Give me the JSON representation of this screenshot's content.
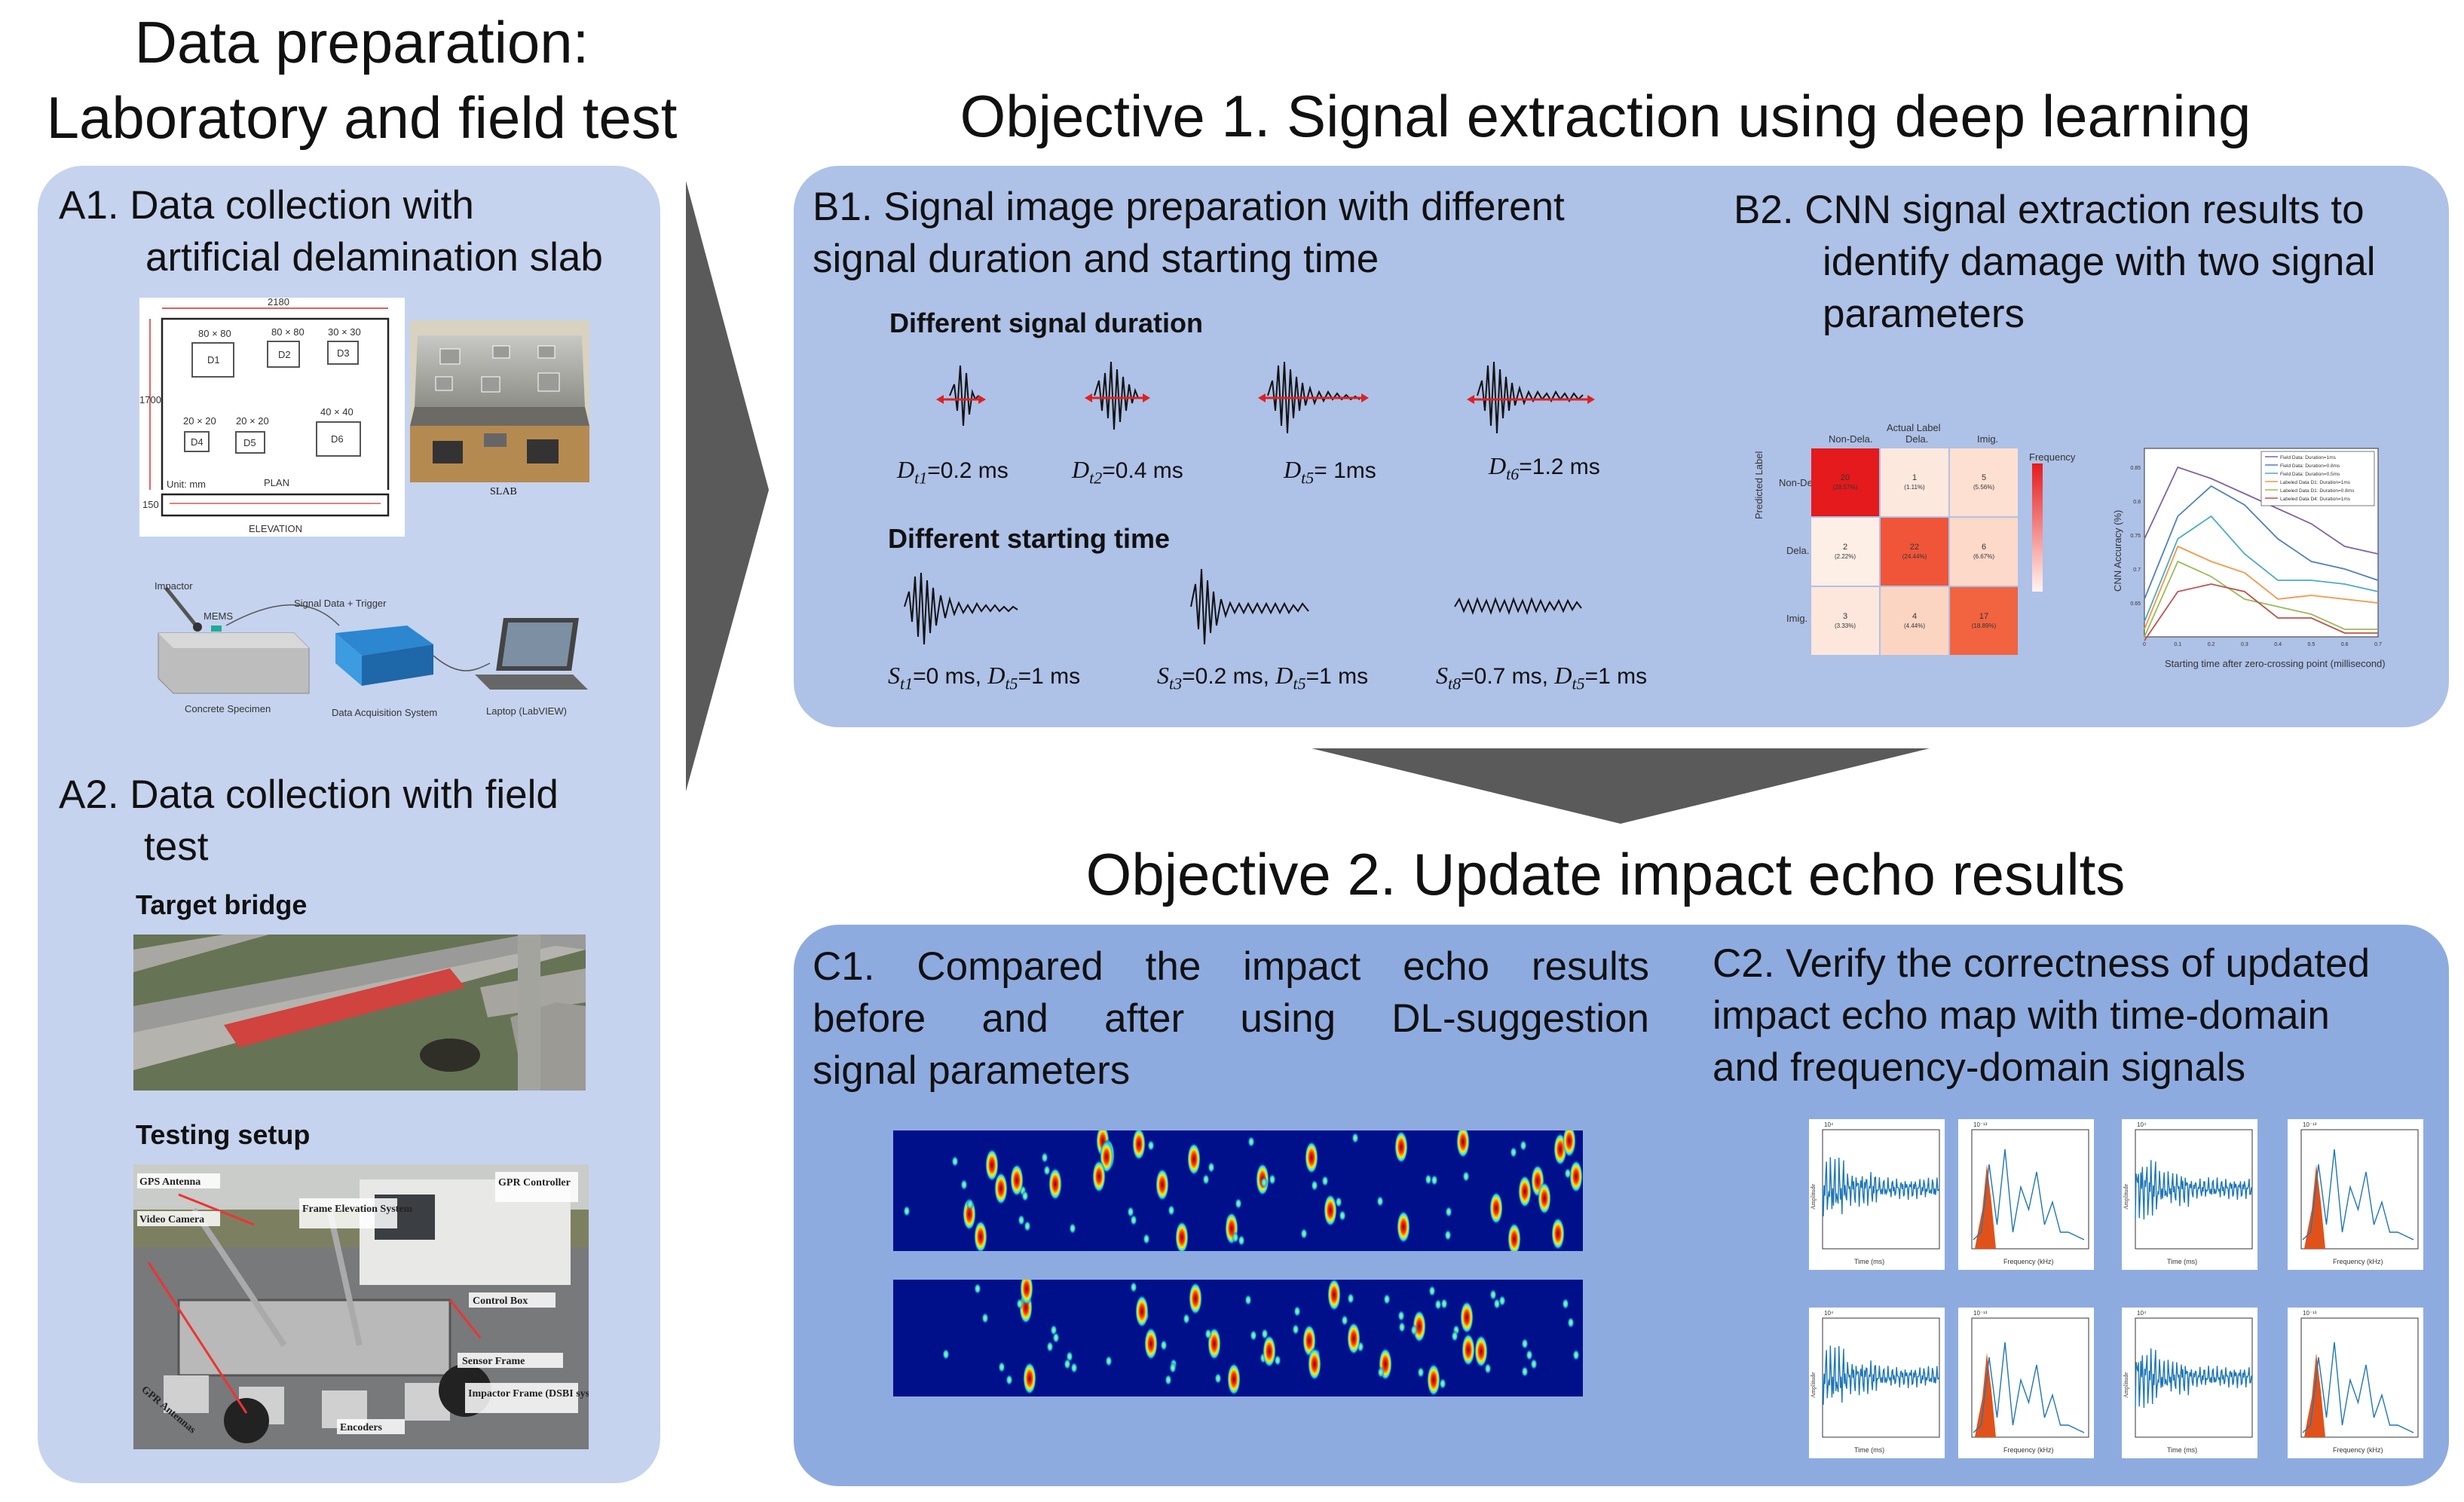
{
  "headings": {
    "left_line1": "Data preparation:",
    "left_line2": "Laboratory and field test",
    "objective1": "Objective 1. Signal extraction using deep learning",
    "objective2": "Objective 2. Update impact echo results"
  },
  "panel_a": {
    "a1_line1": "A1. Data collection with",
    "a1_line2": "artificial delamination slab",
    "a2_line1": "A2. Data collection with field",
    "a2_line2": "test",
    "target_bridge": "Target bridge",
    "testing_setup": "Testing setup",
    "plan_label": "PLAN",
    "slab_label": "SLAB",
    "elevation_label": "ELEVATION",
    "unit_label": "Unit: mm",
    "dim_top": "2180",
    "dim_left": "1700",
    "dim_elev": "150",
    "delam": [
      "D1",
      "D2",
      "D3",
      "D4",
      "D5",
      "D6"
    ],
    "delam_sizes": [
      "80 × 80",
      "80 × 80",
      "30 × 30",
      "20 × 20",
      "20 × 20",
      "40 × 40"
    ],
    "lab_setup": {
      "impactor": "Impactor",
      "mems": "MEMS",
      "signal": "Signal Data + Trigger",
      "specimen": "Concrete Specimen",
      "daq": "Data Acquisition System",
      "laptop": "Laptop (LabVIEW)"
    },
    "field_setup": {
      "gps": "GPS Antenna",
      "video": "Video Camera",
      "frame_elev": "Frame Elevation System",
      "gpr_ctrl": "GPR Controller",
      "control_box": "Control Box",
      "sensor_frame": "Sensor Frame",
      "impactor_frame": "Impactor Frame (DSBI system)",
      "gpr_antennas": "GPR Antennas",
      "encoders": "Encoders"
    }
  },
  "panel_b": {
    "b1_line1": "B1. Signal image preparation with different",
    "b1_line2": "signal duration and starting time",
    "b2_line1": "B2. CNN signal extraction results to",
    "b2_line2": "identify damage with two signal",
    "b2_line3": "parameters",
    "diff_duration": "Different signal duration",
    "diff_start": "Different starting time",
    "durations": [
      {
        "sym": "D",
        "sub": "t1",
        "val": "=0.2 ms"
      },
      {
        "sym": "D",
        "sub": "t2",
        "val": "=0.4 ms"
      },
      {
        "sym": "D",
        "sub": "t5",
        "val": "= 1ms"
      },
      {
        "sym": "D",
        "sub": "t6",
        "val": "=1.2 ms"
      }
    ],
    "starts": [
      {
        "s_sub": "t1",
        "s_val": "=0 ms, ",
        "d_sub": "t5",
        "d_val": "=1 ms"
      },
      {
        "s_sub": "t3",
        "s_val": "=0.2 ms, ",
        "d_sub": "t5",
        "d_val": "=1 ms"
      },
      {
        "s_sub": "t8",
        "s_val": "=0.7 ms, ",
        "d_sub": "t5",
        "d_val": "=1 ms"
      }
    ],
    "confusion": {
      "title": "Actual Label",
      "ylabel": "Predicted Label",
      "classes": [
        "Non-Dela.",
        "Dela.",
        "Imig."
      ],
      "cells": [
        [
          "20\n(28.57%)",
          "1\n(1.11%)",
          "5\n(5.56%)"
        ],
        [
          "2\n(2.22%)",
          "22\n(24.44%)",
          "6\n(6.67%)"
        ],
        [
          "3\n(3.33%)",
          "4\n(4.44%)",
          "17\n(18.89%)"
        ]
      ],
      "colorbar": "Frequency"
    },
    "accuracy_chart": {
      "ylabel": "CNN Accuracy (%)",
      "xlabel": "Starting time after zero-crossing point (millisecond)",
      "yticks": [
        "0.65",
        "0.7",
        "0.75",
        "0.8",
        "0.85"
      ],
      "xticks": [
        "0",
        "0.1",
        "0.2",
        "0.3",
        "0.4",
        "0.5",
        "0.6",
        "0.7"
      ],
      "legend": [
        "Field Data: Duration=1ms",
        "Field Data: Duration=0.8ms",
        "Field Data: Duration=0.5ms",
        "Labeled Data D1: Duration=1ms",
        "Labeled Data D1: Duration=0.8ms",
        "Labeled Data D4: Duration=1ms"
      ]
    }
  },
  "panel_c": {
    "c1_line1": "C1. Compared the impact echo results",
    "c1_line2": "before and after using DL-suggestion",
    "c1_line3": "signal parameters",
    "c2_line1": "C2. Verify the correctness of updated",
    "c2_line2": "impact echo map with time-domain",
    "c2_line3": "and frequency-domain signals",
    "time_xlabel": "Time (ms)",
    "freq_xlabel": "Frequency (kHz)",
    "amp_ylabel": "Amplitude",
    "exp_time": "10⁴",
    "exp_freq": "10⁻¹³"
  },
  "colors": {
    "panel_a": "#c5d3ee",
    "panel_b": "#aec1e7",
    "panel_c": "#8eabe0",
    "arrow": "#5a5a5a",
    "signal_line": "#1f77b4",
    "spectrum_fill": "#e0521a",
    "heatmap_bg": "#00108a"
  },
  "icons": [
    "double-arrow-icon",
    "big-right-arrow-icon",
    "down-arrow-icon"
  ]
}
